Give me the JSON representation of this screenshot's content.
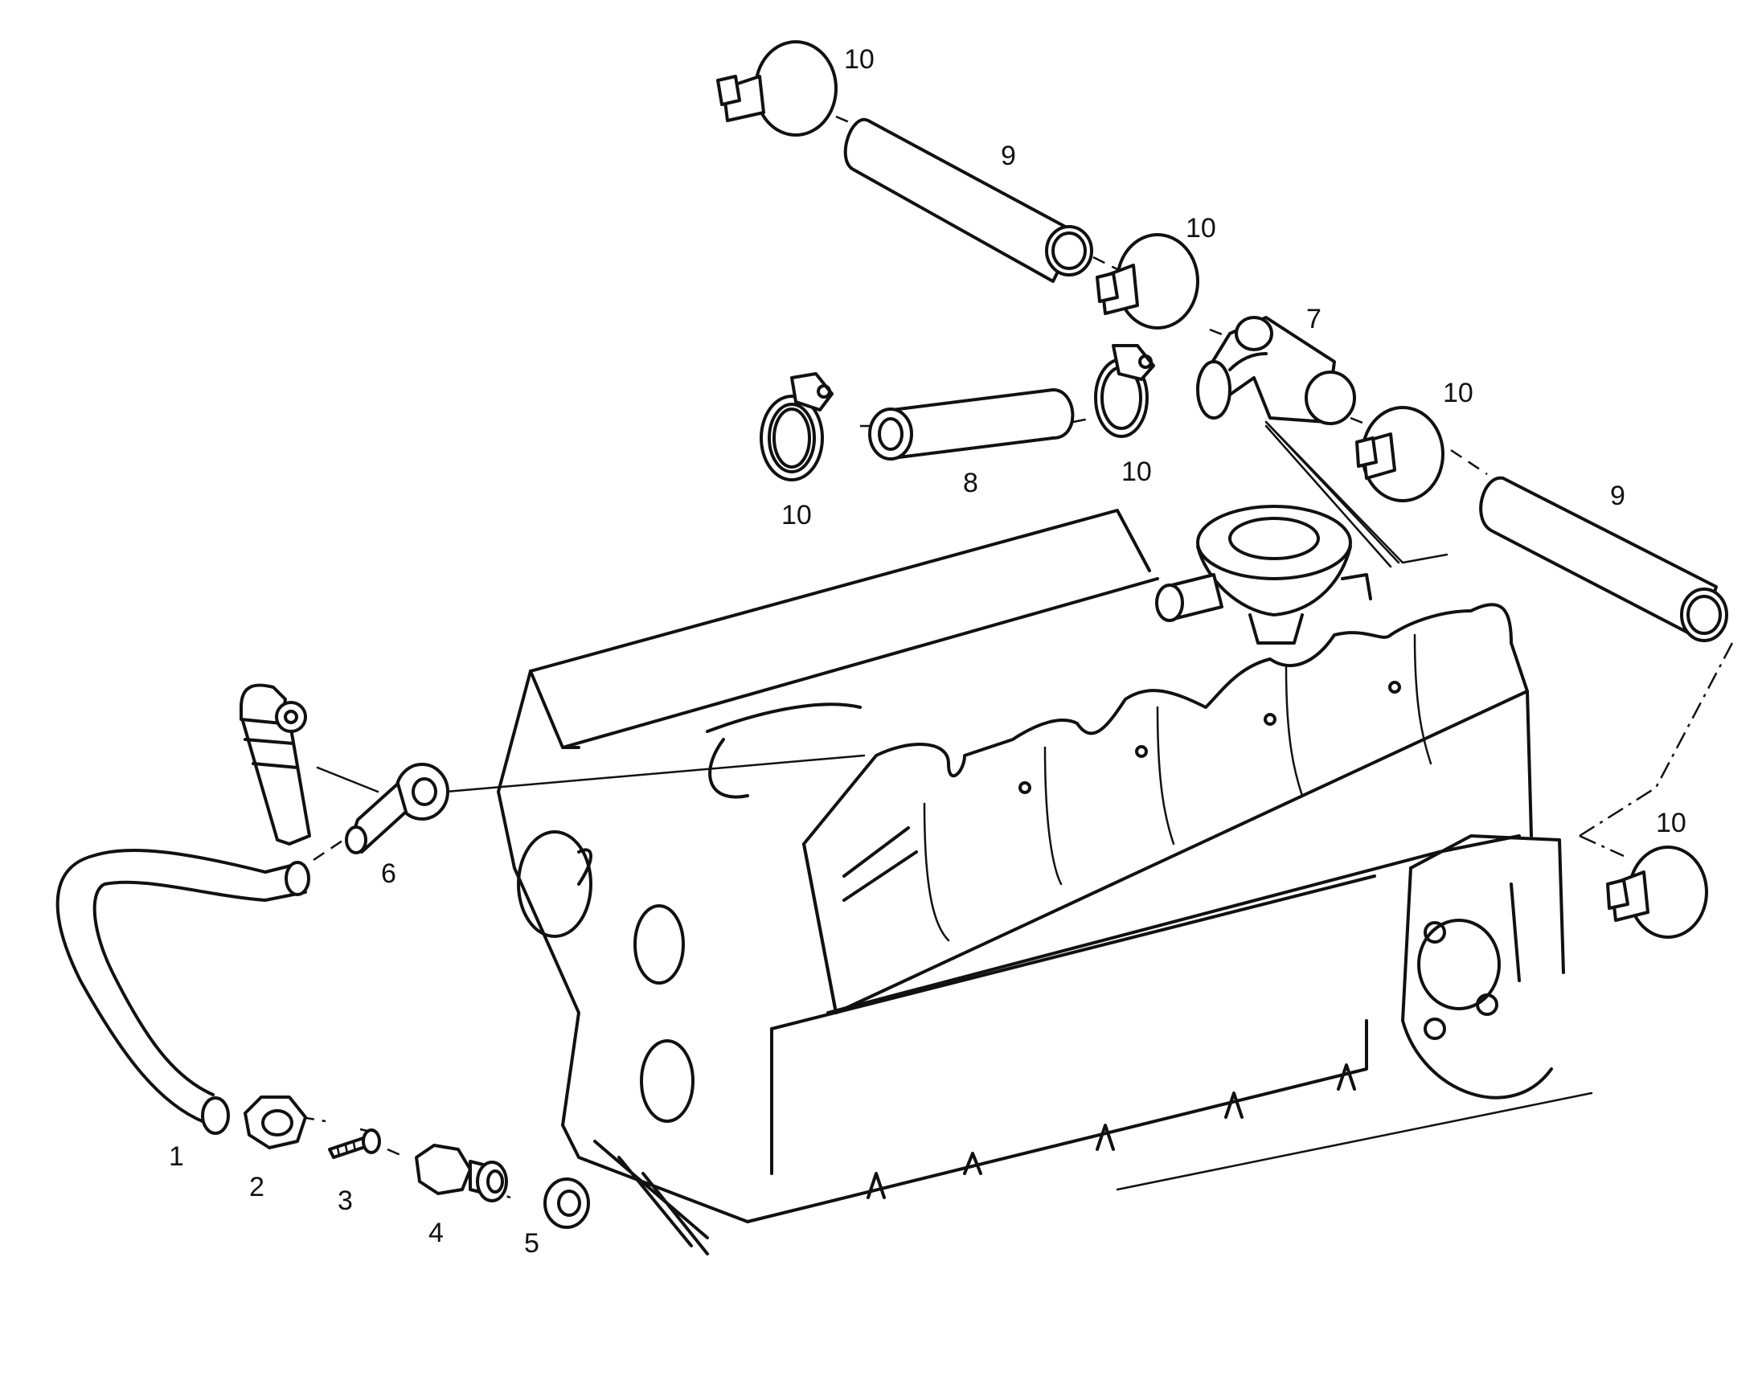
{
  "labels": {
    "p1": "1",
    "p2": "2",
    "p3": "3",
    "p4": "4",
    "p5": "5",
    "p6": "6",
    "p7": "7",
    "p8": "8",
    "p9a": "9",
    "p9b": "9",
    "p10a": "10",
    "p10b": "10",
    "p10c": "10",
    "p10d": "10",
    "p10e": "10",
    "p10f": "10"
  }
}
